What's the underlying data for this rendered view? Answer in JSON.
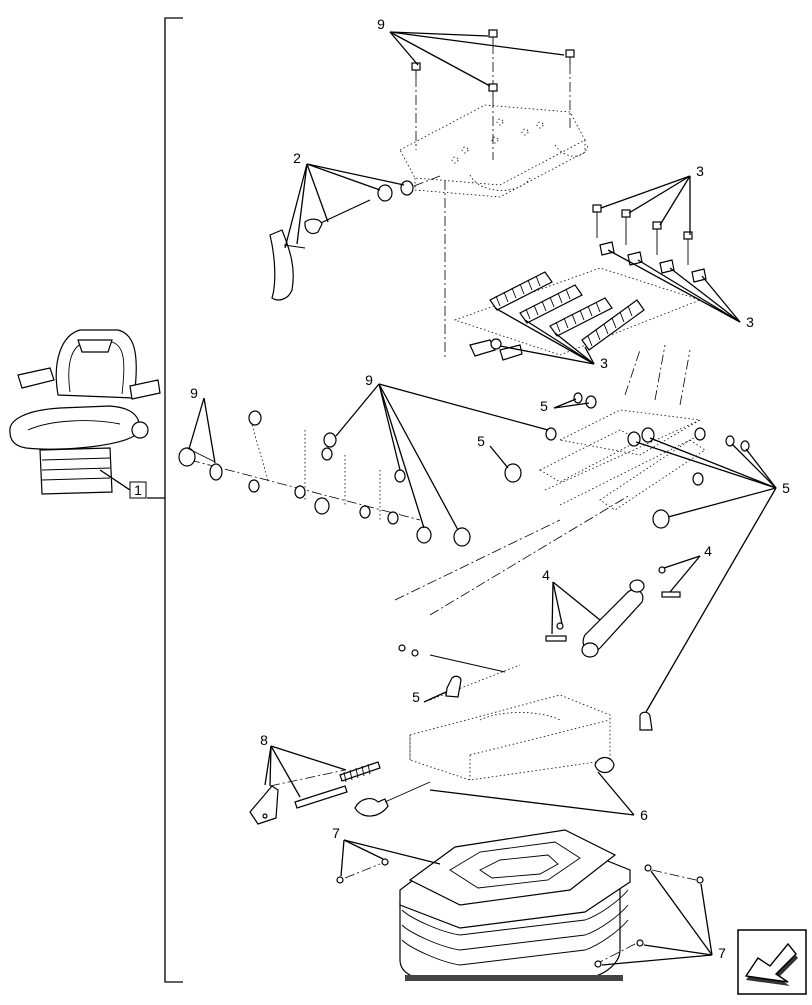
{
  "callouts": {
    "c1": "1",
    "c2": "2",
    "c3a": "3",
    "c3b": "3",
    "c3c": "3",
    "c4a": "4",
    "c4b": "4",
    "c5a": "5",
    "c5b": "5",
    "c5c": "5",
    "c5d": "5",
    "c6": "6",
    "c7a": "7",
    "c7b": "7",
    "c8": "8",
    "c9a": "9",
    "c9b": "9",
    "c9c": "9"
  },
  "nav": {
    "icon": "arrow-icon"
  }
}
